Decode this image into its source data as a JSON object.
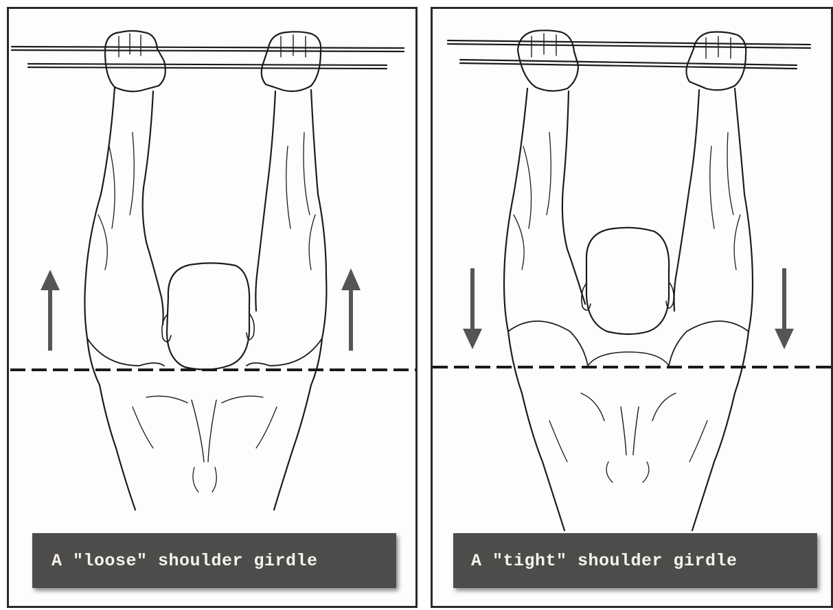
{
  "panels": [
    {
      "caption": "A \"loose\" shoulder girdle",
      "arrow_direction": "up"
    },
    {
      "caption": "A \"tight\" shoulder girdle",
      "arrow_direction": "down"
    }
  ],
  "colors": {
    "line": "#1c1c1c",
    "arrow": "#555555",
    "caption_bg": "#4e4c4a",
    "caption_text": "#f4f2ee"
  }
}
